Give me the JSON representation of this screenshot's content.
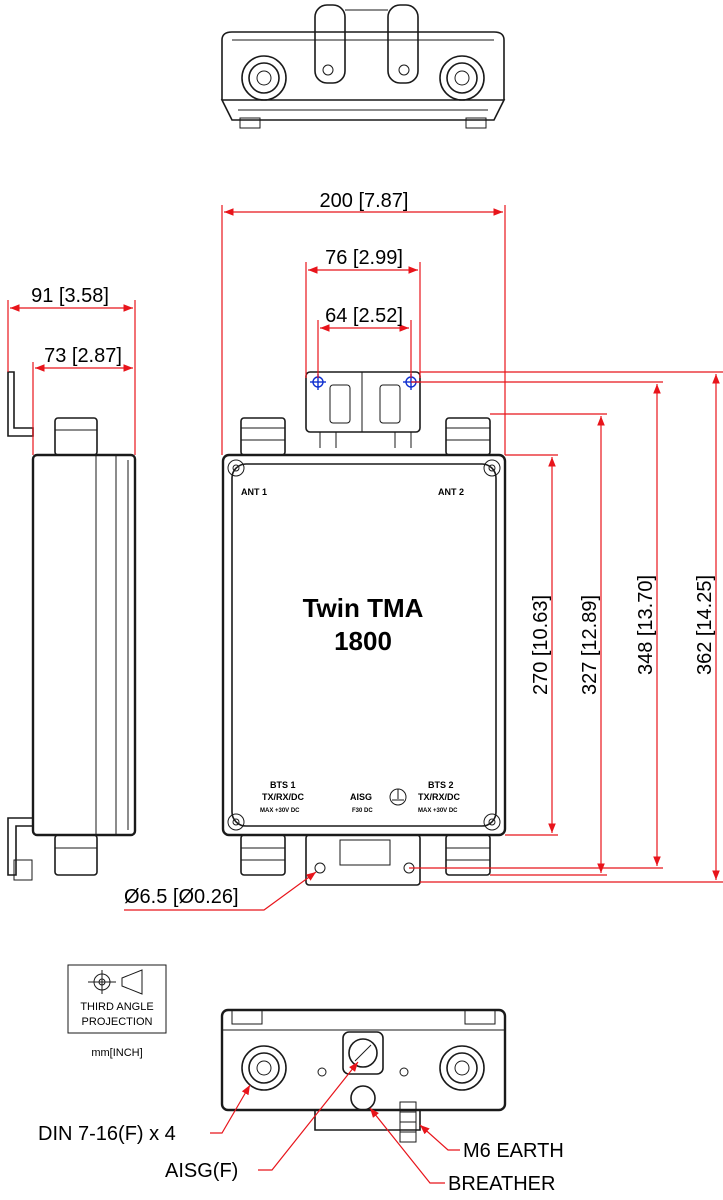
{
  "product": {
    "name_line1": "Twin TMA",
    "name_line2": "1800",
    "port_ant1": "ANT 1",
    "port_ant2": "ANT 2",
    "port_bts1": "BTS 1",
    "port_bts1_sub": "TX/RX/DC",
    "port_bts1_max": "MAX +30V DC",
    "port_bts2": "BTS 2",
    "port_bts2_sub": "TX/RX/DC",
    "port_bts2_max": "MAX +30V DC",
    "aisg": "AISG",
    "aisg_sub": "F30 DC"
  },
  "dimensions": {
    "width": "200 [7.87]",
    "bracket_outer": "76 [2.99]",
    "bracket_inner": "64 [2.52]",
    "depth_total": "91 [3.58]",
    "depth_body": "73 [2.87]",
    "h_body": "270 [10.63]",
    "h_connectors": "327 [12.89]",
    "h_holes": "348 [13.70]",
    "h_total": "362 [14.25]",
    "hole": "Ø6.5 [Ø0.26]"
  },
  "callouts": {
    "din": "DIN 7-16(F) x 4",
    "aisg": "AISG(F)",
    "earth": "M6 EARTH",
    "breather": "BREATHER"
  },
  "projection": {
    "line1": "THIRD ANGLE",
    "line2": "PROJECTION",
    "units": "mm[INCH]"
  },
  "colors": {
    "dimension": "#e8141b",
    "outline": "#1a1a1a",
    "hole_marker": "#1030d0"
  }
}
